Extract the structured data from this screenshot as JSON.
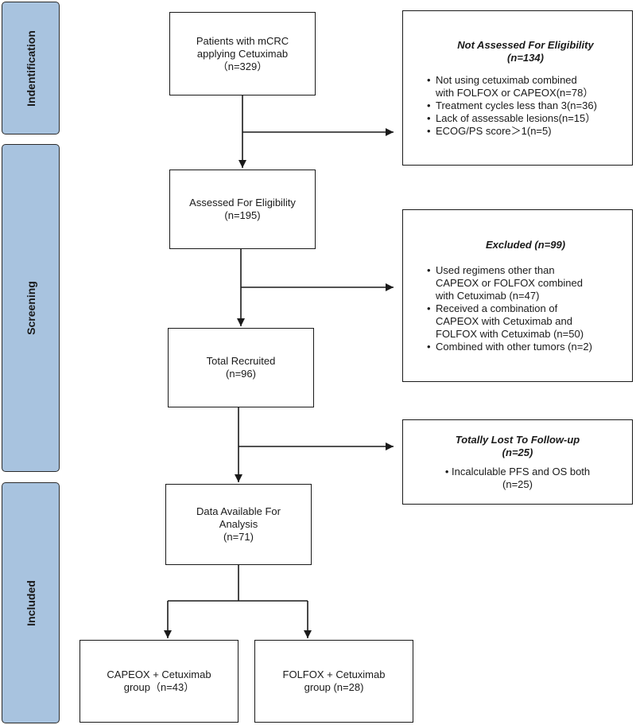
{
  "phases": {
    "identification": "Indentification",
    "screening": "Screening",
    "included": "Included"
  },
  "flow": {
    "patients": [
      "Patients with mCRC",
      "applying Cetuximab",
      "（n=329）"
    ],
    "assessed": [
      "Assessed For Eligibility",
      "(n=195)"
    ],
    "recruited": [
      "Total Recruited",
      "(n=96)"
    ],
    "available": [
      "Data Available For",
      "Analysis",
      "(n=71)"
    ],
    "capeox": [
      "CAPEOX + Cetuximab",
      "group（n=43）"
    ],
    "folfox": [
      "FOLFOX + Cetuximab",
      "group (n=28)"
    ]
  },
  "side_boxes": {
    "not_assessed": {
      "title": [
        "Not Assessed For Eligibility",
        "(n=134)"
      ],
      "items": [
        [
          "Not using cetuximab combined",
          "with FOLFOX or CAPEOX(n=78）"
        ],
        [
          "Treatment cycles less than 3(n=36)"
        ],
        [
          "Lack of assessable lesions(n=15）"
        ],
        [
          "ECOG/PS score＞1(n=5)"
        ]
      ]
    },
    "excluded": {
      "title": [
        "Excluded (n=99)"
      ],
      "items": [
        [
          "Used regimens other than",
          "CAPEOX or FOLFOX combined",
          "with Cetuximab (n=47)"
        ],
        [
          "Received a combination of",
          "CAPEOX with Cetuximab and",
          "FOLFOX with Cetuximab (n=50)"
        ],
        [
          "Combined with other tumors (n=2)"
        ]
      ]
    },
    "lost": {
      "title": [
        "Totally Lost To Follow-up",
        "(n=25)"
      ],
      "items": [
        [
          "• Incalculable PFS and OS both",
          "(n=25)"
        ]
      ]
    }
  },
  "colors": {
    "phase_fill": "#a8c3df",
    "line": "#1a1a1a"
  }
}
